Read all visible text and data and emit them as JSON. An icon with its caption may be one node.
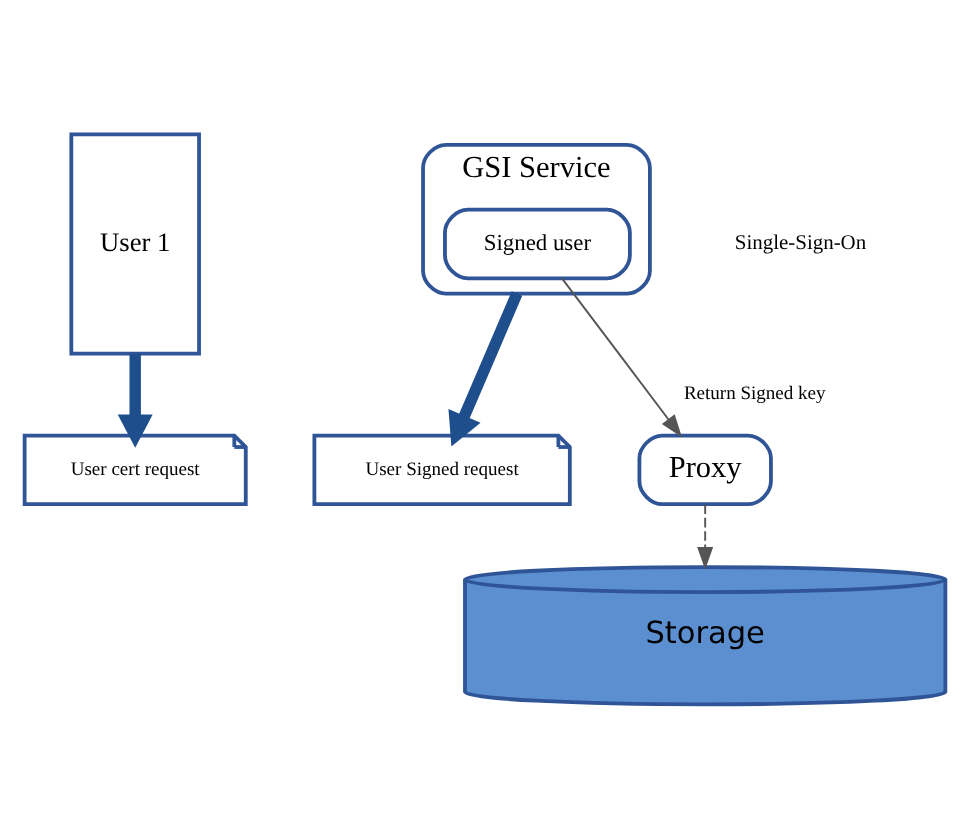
{
  "diagram": {
    "nodes": [
      {
        "text": [
          "User 1"
        ]
      },
      {
        "text": [
          "User cert request"
        ]
      },
      {
        "text": [
          "GSI Service"
        ]
      },
      {
        "text": [
          "Signed user"
        ],
        "in": 2
      },
      {
        "text": [
          "User Signed request"
        ]
      },
      {
        "text": [
          "Proxy"
        ]
      },
      {
        "text": [
          "Storage"
        ]
      }
    ],
    "edges": [
      {
        "from": 0,
        "to": 1,
        "arrow": "to",
        "style": "thick",
        "color": "#1f4e8c"
      },
      {
        "from": 2,
        "to": 4,
        "arrow": "to",
        "style": "thick",
        "color": "#1f4e8c"
      },
      {
        "from": 3,
        "to": 5,
        "arrow": "to",
        "label": "Return Signed key"
      },
      {
        "from": 5,
        "to": 6,
        "arrow": "to",
        "style": "dashed"
      }
    ],
    "labels": [
      "Single-Sign-On"
    ]
  }
}
